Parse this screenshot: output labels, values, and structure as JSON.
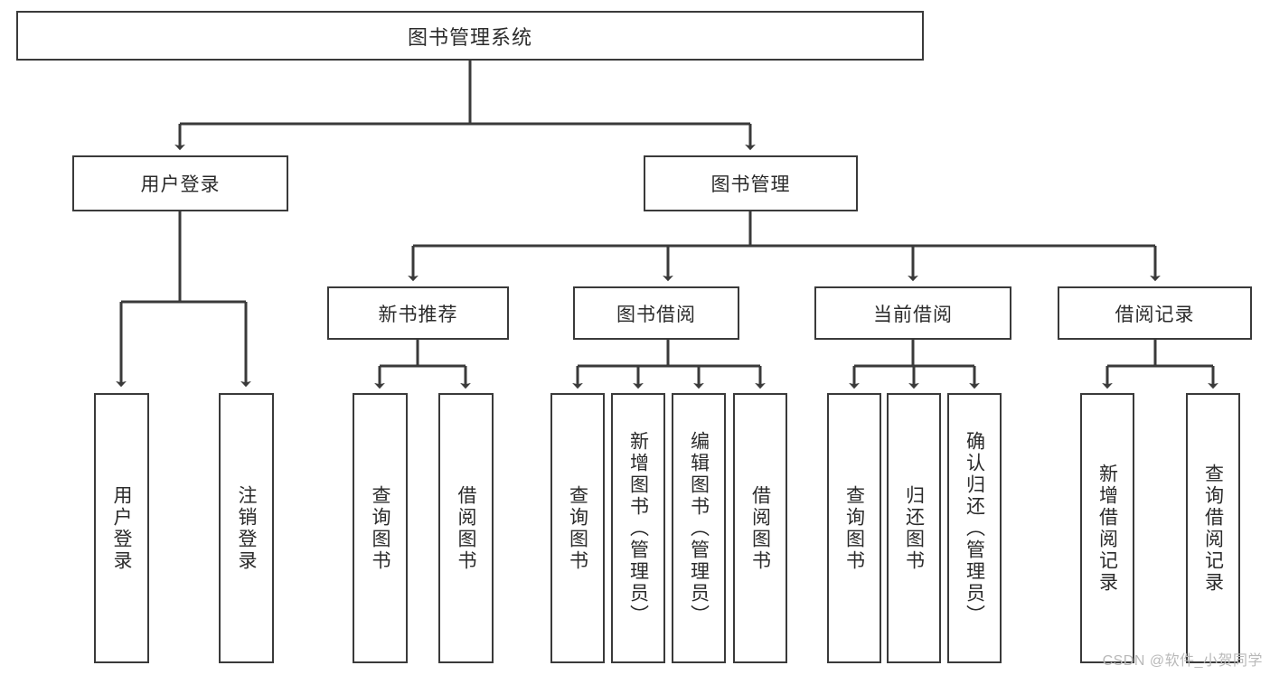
{
  "diagram": {
    "title": "图书管理系统",
    "type": "tree-hierarchy-diagram",
    "colors": {
      "box_border": "#3a3a3a",
      "box_fill": "#ffffff",
      "connector": "#3a3a3a",
      "text": "#2b2b2b",
      "watermark": "#b9b9b9"
    },
    "root": {
      "label": "图书管理系统"
    },
    "level1": [
      {
        "label": "用户登录"
      },
      {
        "label": "图书管理"
      }
    ],
    "level2": [
      {
        "label": "新书推荐"
      },
      {
        "label": "图书借阅"
      },
      {
        "label": "当前借阅"
      },
      {
        "label": "借阅记录"
      }
    ],
    "leaves": {
      "user_login": [
        {
          "label": "用户登录"
        },
        {
          "label": "注销登录"
        }
      ],
      "new_book_recommend": [
        {
          "label": "查询图书"
        },
        {
          "label": "借阅图书"
        }
      ],
      "book_borrow": [
        {
          "label": "查询图书"
        },
        {
          "label": "新增图书（管理员）"
        },
        {
          "label": "编辑图书（管理员）"
        },
        {
          "label": "借阅图书"
        }
      ],
      "current_borrow": [
        {
          "label": "查询图书"
        },
        {
          "label": "归还图书"
        },
        {
          "label": "确认归还（管理员）"
        }
      ],
      "borrow_record": [
        {
          "label": "新增借阅记录"
        },
        {
          "label": "查询借阅记录"
        }
      ]
    }
  },
  "watermark": {
    "text": "CSDN @软件_小贺同学"
  }
}
